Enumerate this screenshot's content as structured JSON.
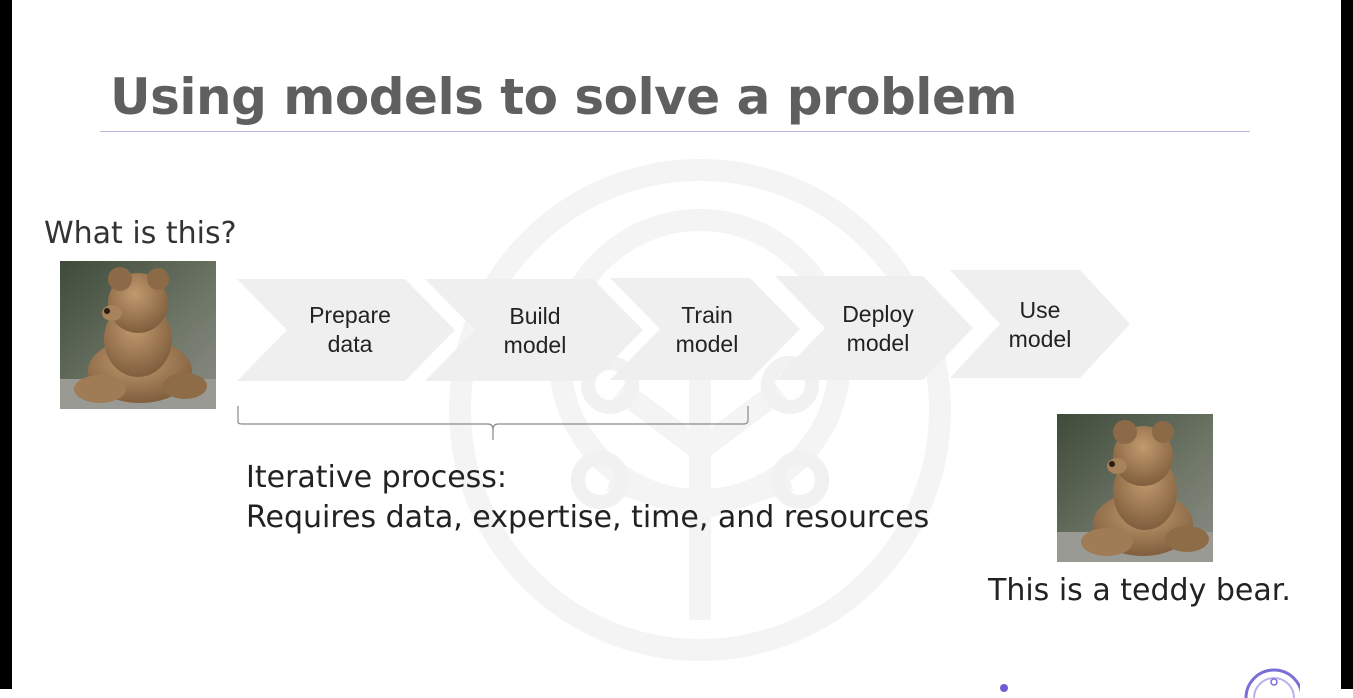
{
  "slide": {
    "title": "Using models to solve a problem",
    "question": "What is this?",
    "steps": [
      {
        "label": "Prepare\ndata"
      },
      {
        "label": "Build\nmodel"
      },
      {
        "label": "Train\nmodel"
      },
      {
        "label": "Deploy\nmodel"
      },
      {
        "label": "Use\nmodel"
      }
    ],
    "process_title": "Iterative process:",
    "process_detail": "Requires  data, expertise, time, and resources",
    "answer": "This is a teddy bear."
  },
  "colors": {
    "title": "#5f5f5f",
    "chevron": "#efefef",
    "accent": "#6a5fcf",
    "rule": "#b9b7e6"
  },
  "icons": {
    "watermark": "tree-circuit-watermark-icon",
    "corner": "brand-logo-icon"
  }
}
